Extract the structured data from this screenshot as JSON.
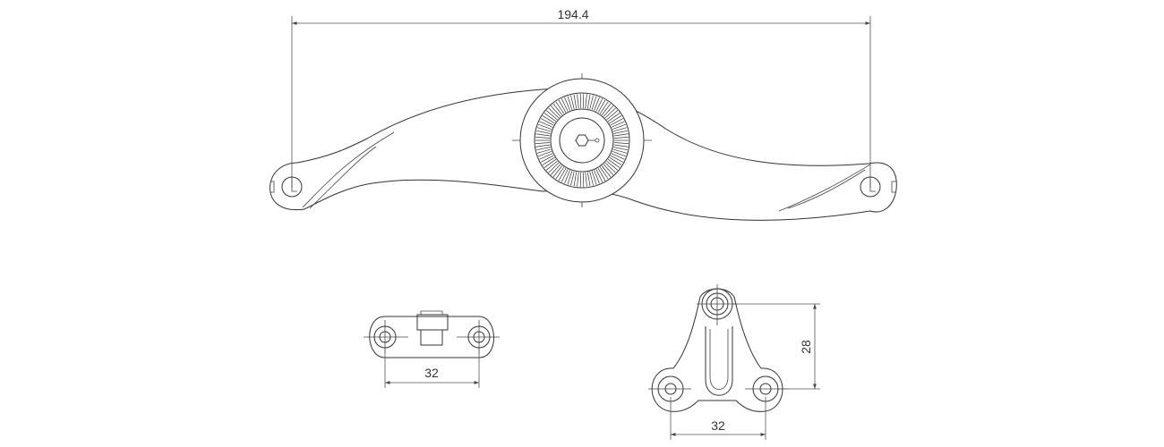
{
  "drawing": {
    "dimensions": {
      "overall_length": "194.4",
      "handle_base_spacing": "32",
      "mount_base_spacing": "32",
      "mount_height": "28"
    },
    "colors": {
      "line": "#333333",
      "background": "#ffffff"
    }
  }
}
